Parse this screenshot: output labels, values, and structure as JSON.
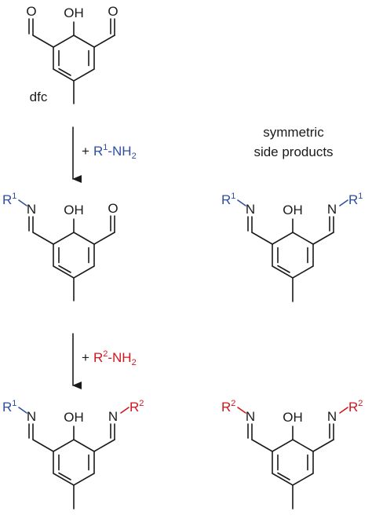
{
  "compounds": {
    "start": {
      "label": "dfc",
      "oh": "OH",
      "o_left": "O",
      "o_right": "O"
    },
    "mono": {
      "oh": "OH",
      "n_left": "N",
      "o_right": "O",
      "r_left": "R",
      "r_left_sup": "1"
    },
    "side1": {
      "oh": "OH",
      "n_left": "N",
      "n_right": "N",
      "r_left": "R",
      "r_left_sup": "1",
      "r_right": "R",
      "r_right_sup": "1"
    },
    "product": {
      "oh": "OH",
      "n_left": "N",
      "n_right": "N",
      "r_left": "R",
      "r_left_sup": "1",
      "r_right": "R",
      "r_right_sup": "2"
    },
    "side2": {
      "oh": "OH",
      "n_left": "N",
      "n_right": "N",
      "r_left": "R",
      "r_left_sup": "2",
      "r_right": "R",
      "r_right_sup": "2"
    }
  },
  "reactions": {
    "step1": {
      "plus": "+",
      "r": "R",
      "sup": "1",
      "amine": "-NH",
      "sub": "2"
    },
    "step2": {
      "plus": "+",
      "r": "R",
      "sup": "2",
      "amine": "-NH",
      "sub": "2"
    }
  },
  "side_products_title": {
    "line1": "symmetric",
    "line2": "side products"
  },
  "colors": {
    "bond": "#1a1a1a",
    "r1": "#2e4f9f",
    "r2": "#d0161e"
  }
}
